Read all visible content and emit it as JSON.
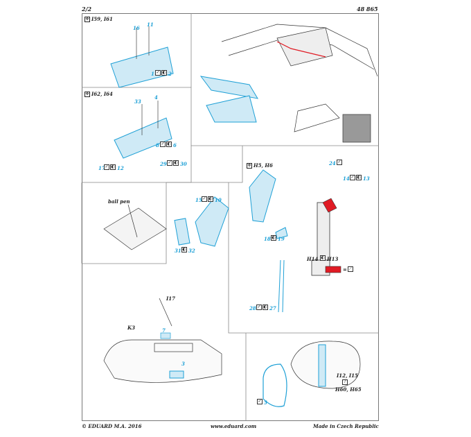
{
  "header": {
    "page": "2/2",
    "code": "48 865"
  },
  "footer": {
    "copyright": "© EDUARD  M.A. 2016",
    "website": "www.eduard.com",
    "origin": "Made in Czech Republic"
  },
  "panels": {
    "p1": {
      "tag": "I59, I61",
      "parts": [
        "16",
        "11",
        "1",
        "2"
      ]
    },
    "p2": {
      "tag": "I62, I64",
      "parts": [
        "33",
        "4",
        "8",
        "6",
        "17",
        "12",
        "29",
        "30"
      ]
    },
    "p3": {
      "tag": "H5, H6",
      "parts": [
        "24",
        "14",
        "13",
        "15",
        "10",
        "31",
        "32",
        "18",
        "19",
        "28",
        "27"
      ]
    },
    "p3_labels": {
      "h14": "H14",
      "h13": "H13",
      "eq": "="
    },
    "pen": {
      "label": "ball pen"
    },
    "wing": {
      "part_i17": "I17",
      "part_k3": "K3",
      "part_7": "7",
      "part_3": "3"
    },
    "tank": {
      "part_i12": "I12, I15",
      "qmark": "?",
      "part_h60": "H60, H65",
      "part_5": "5"
    }
  },
  "colors": {
    "part": "#1ea0d6",
    "paint_red": "#e01b24",
    "line": "#222222"
  }
}
